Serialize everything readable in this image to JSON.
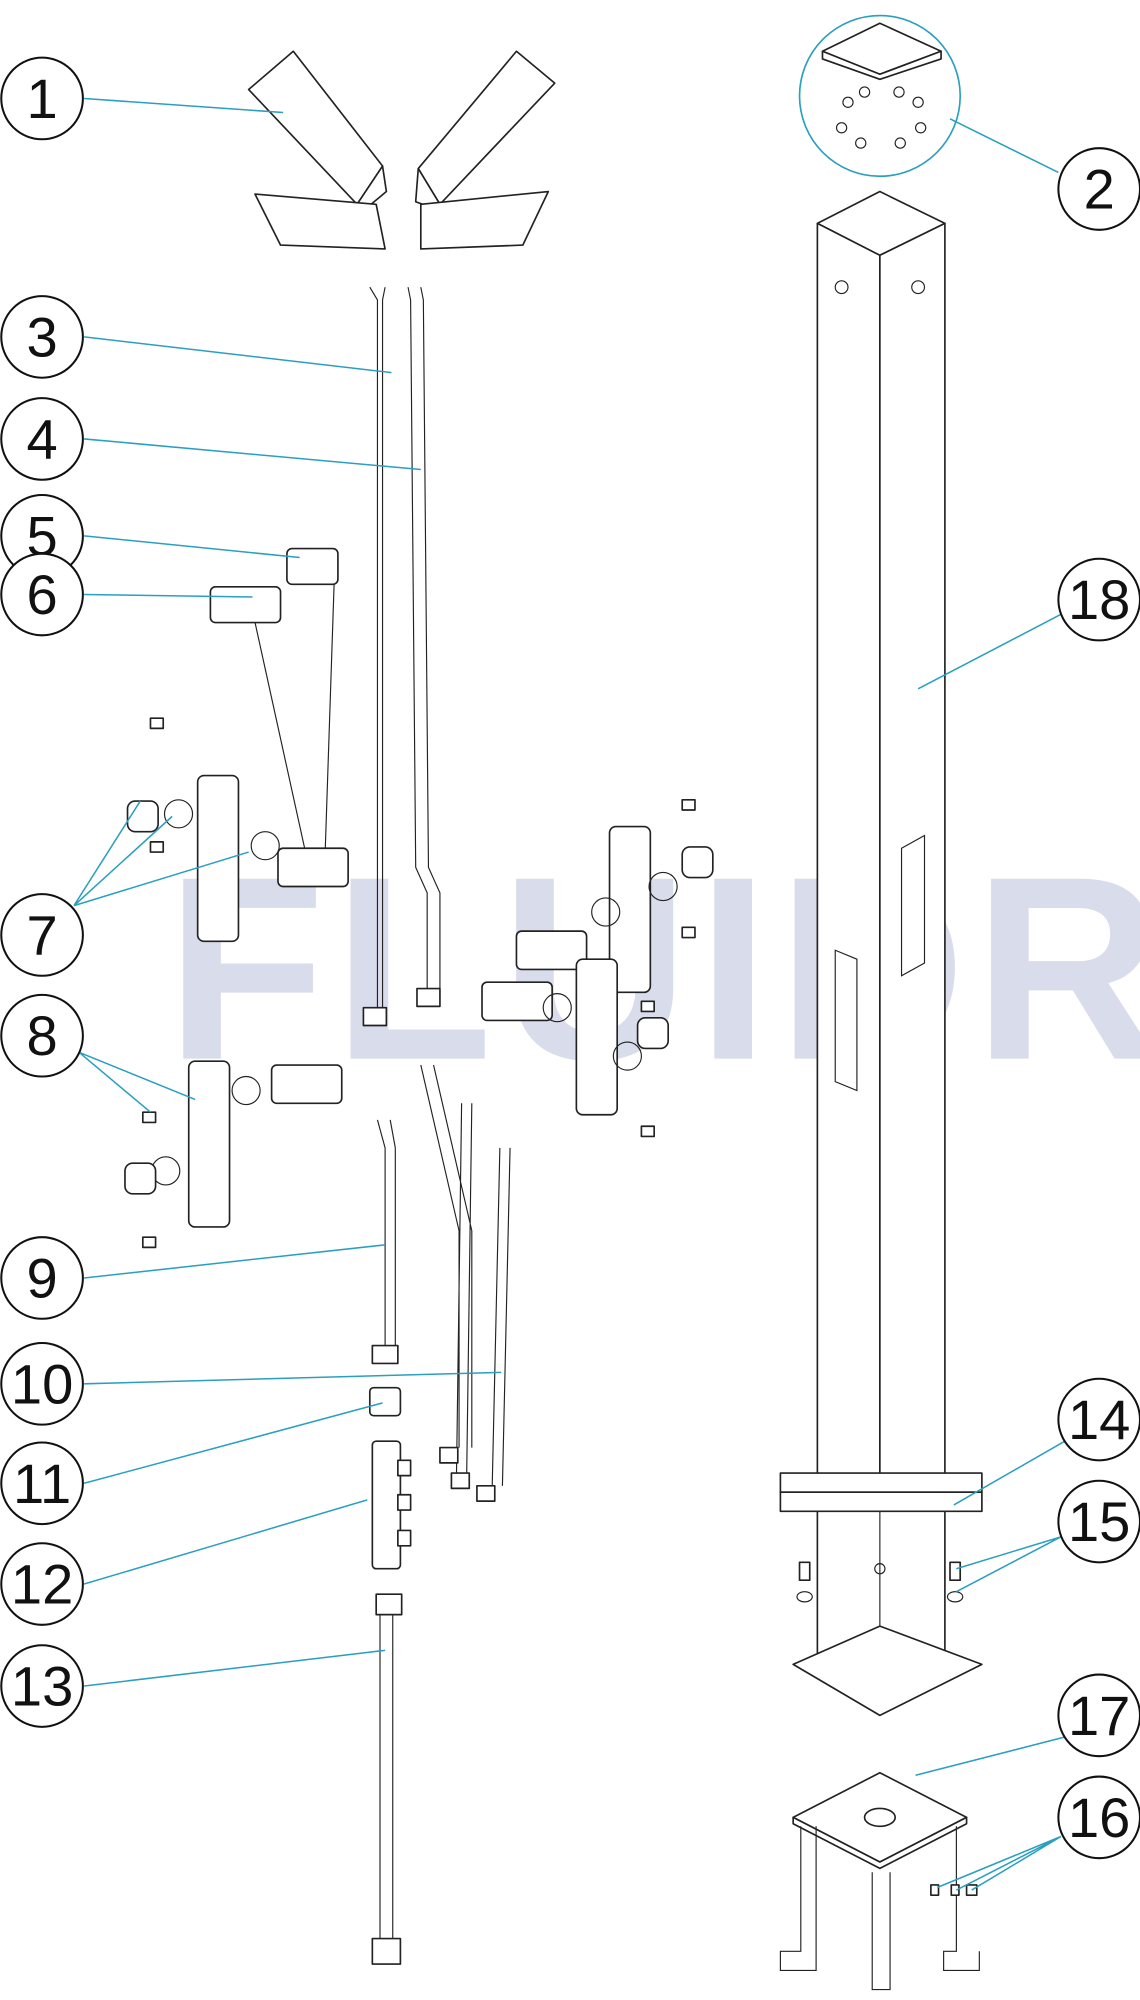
{
  "diagram": {
    "type": "exploded-parts-diagram",
    "watermark": "FLUIDRA",
    "callouts": [
      {
        "label": "1"
      },
      {
        "label": "2"
      },
      {
        "label": "3"
      },
      {
        "label": "4"
      },
      {
        "label": "5"
      },
      {
        "label": "6"
      },
      {
        "label": "7"
      },
      {
        "label": "8"
      },
      {
        "label": "9"
      },
      {
        "label": "10"
      },
      {
        "label": "11"
      },
      {
        "label": "12"
      },
      {
        "label": "13"
      },
      {
        "label": "14"
      },
      {
        "label": "15"
      },
      {
        "label": "16"
      },
      {
        "label": "17"
      },
      {
        "label": "18"
      }
    ],
    "colors": {
      "leader": "#2a9fc0",
      "watermark": "#d3d6e8",
      "stroke": "#222222"
    }
  }
}
